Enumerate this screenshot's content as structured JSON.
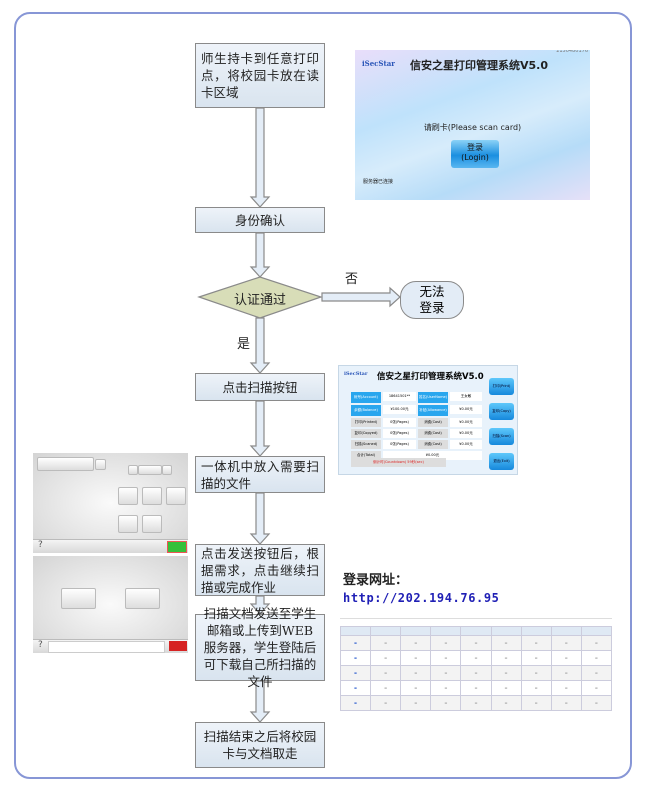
{
  "flow": {
    "step1": "师生持卡到任意打印点，将校园卡放在读卡区域",
    "step2": "身份确认",
    "decision": "认证通过",
    "no_label": "否",
    "yes_label": "是",
    "fail": "无法登录",
    "step3": "点击扫描按钮",
    "step4": "一体机中放入需要扫描的文件",
    "step5": "点击发送按钮后，根据需求，点击继续扫描或完成作业",
    "step6": "扫描文档发送至学生邮箱或上传到WEB服务器，学生登陆后可下载自己所扫描的文件",
    "step7": "扫描结束之后将校园卡与文档取走"
  },
  "login_screen": {
    "logo": "iSecStar",
    "timestamp": "2150480176",
    "title": "信安之星打印管理系统V5.0",
    "prompt": "请刷卡(Please scan card)",
    "login_btn_cn": "登录",
    "login_btn_en": "(Login)",
    "status": "服务器已连接"
  },
  "main_screen": {
    "logo": "iSecStar",
    "title": "信安之星打印管理系统V5.0",
    "cells": [
      "帐号(Account)",
      "18641501**",
      "姓名(UserName)",
      "王女敏",
      "余额(Balance)",
      "¥100.00元",
      "补贴(Allowance)",
      "¥0.00元",
      "打印(Printed)",
      "0张(Pages)",
      "消费(Cost)",
      "¥0.00元",
      "复印(Copyed)",
      "0张(Pages)",
      "消费(Cost)",
      "¥0.00元",
      "扫描(Scaned)",
      "0张(Pages)",
      "消费(Cost)",
      "¥0.00元"
    ],
    "total_label": "合计(Total)",
    "total_value": "¥0.00元",
    "countdown": "倒计时(Countdown) 59秒(sec)",
    "buttons": [
      "打印(Print)",
      "复印(Copy)",
      "扫描(Scan)",
      "退出(Exit)"
    ]
  },
  "url": {
    "label": "登录网址：",
    "value": "http://202.194.76.95"
  },
  "colors": {
    "frame": "#8796d6",
    "box_fill": "#e3ecf6",
    "decision_fill": "#d8ddb8",
    "url": "#1f1fb5"
  }
}
